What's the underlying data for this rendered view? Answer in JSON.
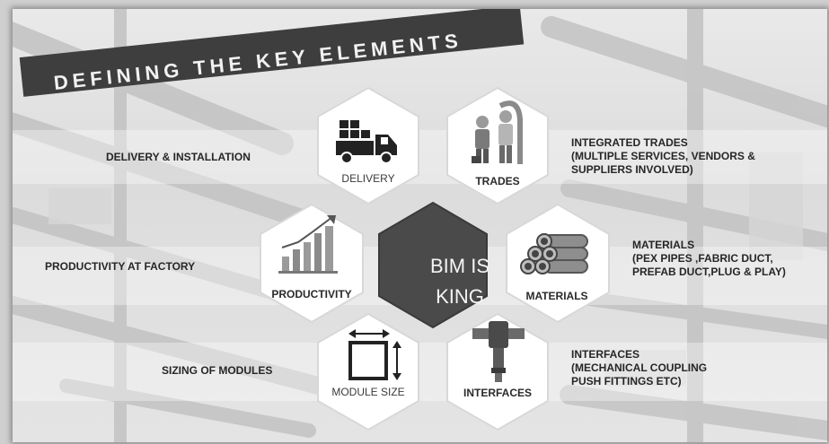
{
  "banner": {
    "title": "DEFINING THE KEY ELEMENTS"
  },
  "center": {
    "line1": "BIM IS",
    "line2": "KING"
  },
  "hexagons": {
    "delivery": "DELIVERY",
    "trades": "TRADES",
    "productivity": "PRODUCTIVITY",
    "materials": "MATERIALS",
    "module_size": "MODULE SIZE",
    "interfaces": "INTERFACES"
  },
  "side_labels": {
    "delivery_installation": "DELIVERY & INSTALLATION",
    "integrated_trades": [
      "INTEGRATED TRADES",
      "(MULTIPLE SERVICES, VENDORS &",
      "SUPPLIERS INVOLVED)"
    ],
    "productivity_factory": "PRODUCTIVITY AT FACTORY",
    "materials": [
      "MATERIALS",
      "(PEX PIPES ,FABRIC DUCT,",
      "PREFAB DUCT,PLUG & PLAY)"
    ],
    "sizing_modules": "SIZING OF MODULES",
    "interfaces": [
      "INTERFACES",
      "(MECHANICAL COUPLING",
      "PUSH FITTINGS ETC)"
    ]
  },
  "icons": {
    "delivery": "delivery-truck-icon",
    "trades": "workers-icon",
    "productivity": "bar-chart-icon",
    "materials": "pipes-icon",
    "module_size": "dimension-box-icon",
    "interfaces": "pipe-fitting-icon"
  }
}
